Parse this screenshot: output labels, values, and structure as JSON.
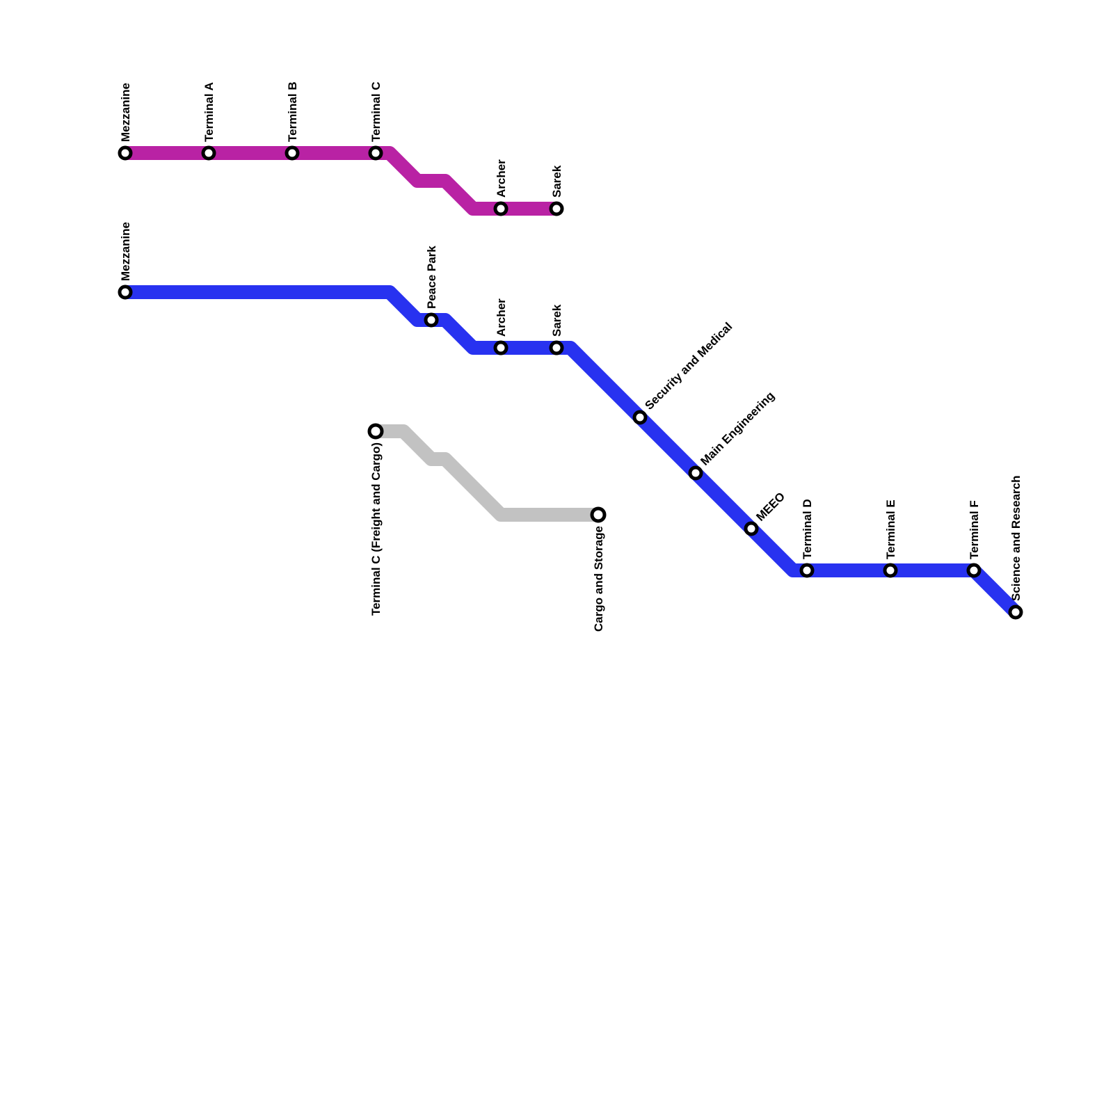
{
  "map": {
    "lines": [
      {
        "id": "magenta",
        "color": "#b922a4",
        "stations": [
          "Mezzanine",
          "Terminal A",
          "Terminal B",
          "Terminal C",
          "Archer",
          "Sarek"
        ]
      },
      {
        "id": "blue",
        "color": "#2832f0",
        "stations": [
          "Mezzanine",
          "Peace Park",
          "Archer",
          "Sarek",
          "Security and Medical",
          "Main Engineering",
          "MEEO",
          "Terminal D",
          "Terminal E",
          "Terminal F",
          "Science and Research"
        ]
      },
      {
        "id": "gray",
        "color": "#c2c2c2",
        "stations": [
          "Terminal C (Freight and Cargo)",
          "Cargo and Storage"
        ]
      }
    ]
  }
}
